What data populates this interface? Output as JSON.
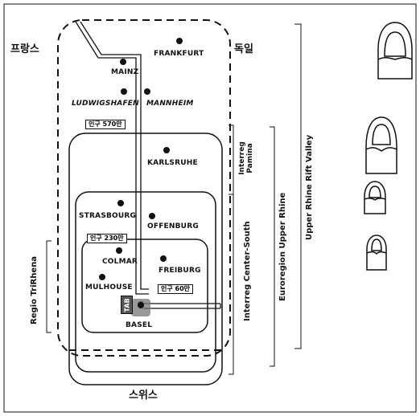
{
  "countries": {
    "france": "프랑스",
    "germany": "독일",
    "switzerland": "스위스"
  },
  "cities": {
    "frankfurt": "FRANKFURT",
    "mainz": "MAINZ",
    "ludwigshafen": "LUDWIGSHAFEN",
    "mannheim": "MANNHEIM",
    "karlsruhe": "KARLSRUHE",
    "strasbourg": "STRASBOURG",
    "offenburg": "OFFENBURG",
    "colmar": "COLMAR",
    "freiburg": "FREIBURG",
    "mulhouse": "MULHOUSE",
    "basel": "BASEL"
  },
  "population_labels": {
    "upper": "인구 570만",
    "middle": "인구 230만",
    "lower": "인구 60만"
  },
  "tab_label": "TAB",
  "regions": {
    "interreg_pamina": "Interreg Pamina",
    "interreg_pamina_line1": "Interreg",
    "interreg_pamina_line2": "Pamina",
    "interreg_center_south": "Interreg Center-South",
    "euroregion_upper_rhine": "Euroregion Upper Rhine",
    "upper_rhine_rift_valley": "Upper Rhine Rift Valley",
    "regio_trirhena": "Regio TriRhena"
  },
  "colors": {
    "ink": "#111111",
    "tab_fill": "#555555"
  }
}
